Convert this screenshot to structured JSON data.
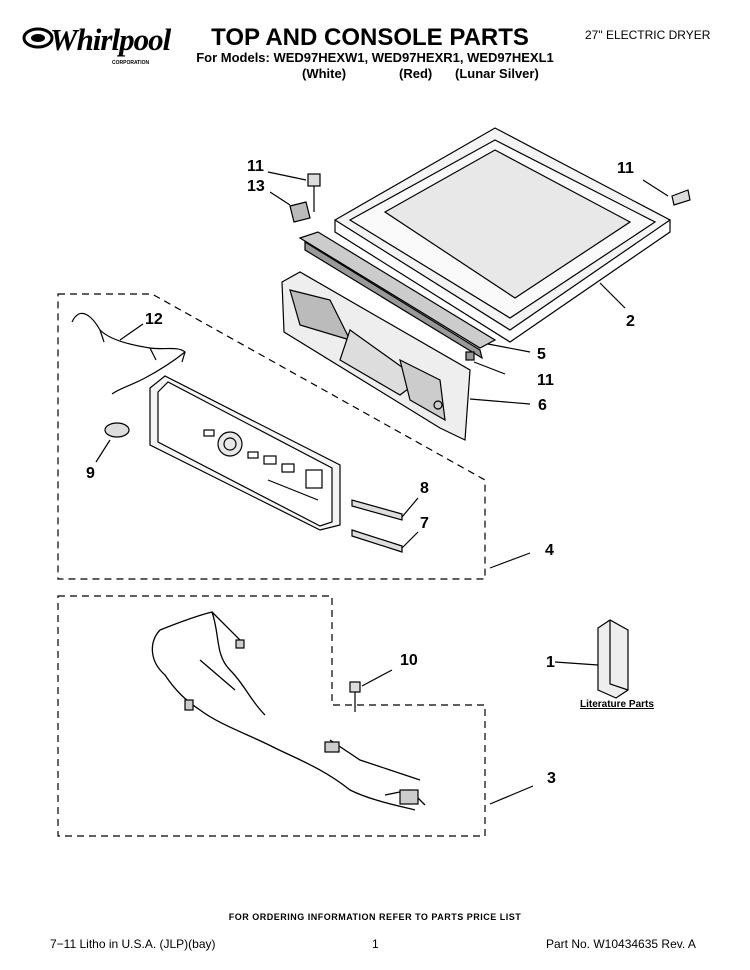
{
  "header": {
    "brand": "Whirlpool",
    "brand_sub": "CORPORATION",
    "title": "TOP AND CONSOLE PARTS",
    "models": "For Models: WED97HEXW1, WED97HEXR1, WED97HEXL1",
    "colors": [
      "(White)",
      "(Red)",
      "(Lunar Silver)"
    ],
    "product": "27\" ELECTRIC DRYER"
  },
  "callouts": {
    "c11a": "11",
    "c13": "13",
    "c11b": "11",
    "c2": "2",
    "c12": "12",
    "c5": "5",
    "c11c": "11",
    "c6": "6",
    "c9": "9",
    "c8": "8",
    "c7": "7",
    "c4": "4",
    "c10": "10",
    "c1": "1",
    "c3": "3"
  },
  "literature_label": "Literature Parts",
  "footer": {
    "ordering": "FOR ORDERING INFORMATION REFER TO PARTS PRICE LIST",
    "litho": "7−11 Litho in U.S.A. (JLP)(bay)",
    "page": "1",
    "part_no": "Part No. W10434635 Rev. A"
  }
}
